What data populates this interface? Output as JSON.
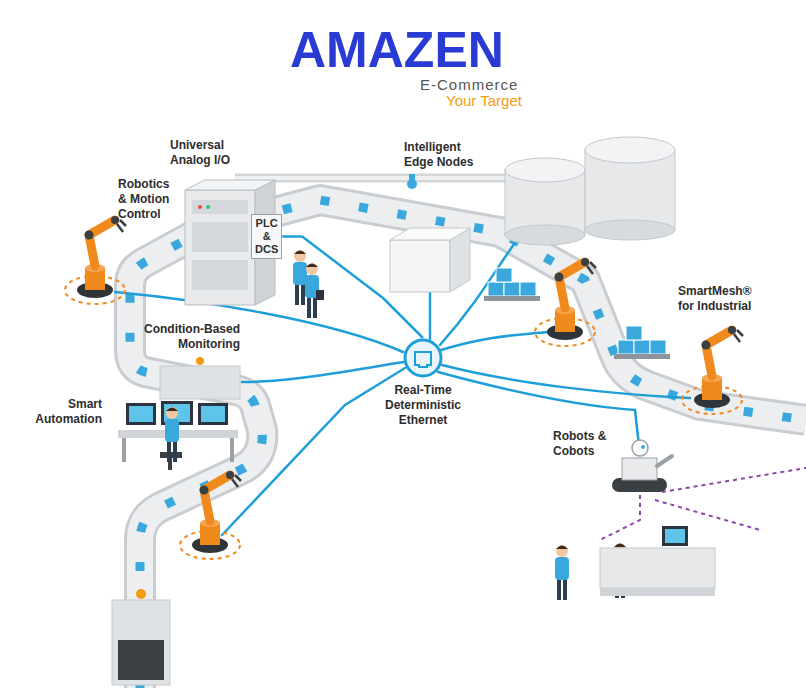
{
  "diagram": {
    "nodes": [
      {
        "text": [
          "PLC & DCS"
        ]
      },
      {
        "text": [
          "Real-Time Deterministic Ethernet"
        ]
      }
    ],
    "edges": [
      {
        "from": 1,
        "to": 0,
        "arrow": "none"
      }
    ],
    "labels": [
      "AMAZEN",
      "E-Commerce",
      "Your Target",
      "Universal Analog I/O",
      "Intelligent Edge Nodes",
      "Robotics & Motion Control",
      "Condition-Based Monitoring",
      "Smart Automation",
      "SmartMesh® for Industrial",
      "Robots & Cobots"
    ]
  }
}
